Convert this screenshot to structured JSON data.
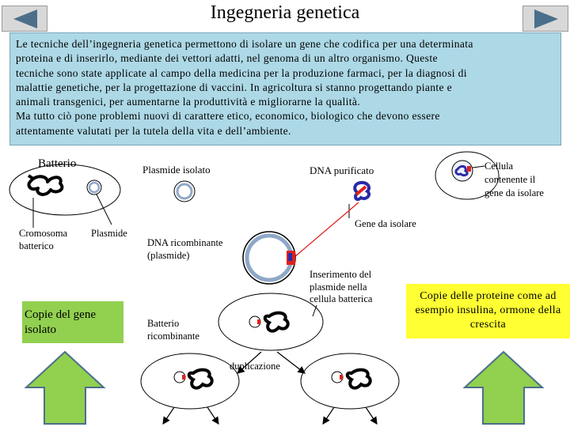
{
  "title": "Ingegneria genetica",
  "intro": {
    "lines": [
      "Le tecniche dell’ingegneria genetica permettono di isolare un gene che codifica per una determinata",
      "proteina e di inserirlo, mediante dei vettori adatti,  nel genoma di un altro organismo. Queste",
      "tecniche sono state applicate al campo della medicina per la produzione farmaci, per la diagnosi di",
      "malattie genetiche, per la progettazione di vaccini. In agricoltura si stanno progettando piante e",
      "animali transgenici, per aumentarne la produttività e migliorarne la qualità.",
      "Ma tutto ciò pone problemi nuovi di carattere etico, economico,  biologico che devono essere",
      "attentamente valutati per la tutela della vita e dell’ambiente."
    ]
  },
  "nav": {
    "prev_icon": "triangle-left-icon",
    "next_icon": "triangle-right-icon"
  },
  "labels": {
    "batterio": "Batterio",
    "plasmide_isolato": "Plasmide isolato",
    "dna_purificato": "DNA purificato",
    "cellula_contenente": "Cellula contenente il gene da isolare",
    "cromosoma": "Cromosoma batterico",
    "plasmide": "Plasmide",
    "gene_da_isolare": "Gene da isolare",
    "dna_ricombinante": "DNA ricombinante (plasmide)",
    "inserimento": "Inserimento del plasmide nella cellula batterica",
    "copie_gene": "Copie del gene isolato",
    "batterio_ricombinante": "Batterio ricombinante",
    "copie_proteine": "Copie delle proteine  come ad esempio insulina, ormone della crescita",
    "duplicazione": "duplicazione"
  },
  "colors": {
    "intro_bg": "#add8e6",
    "green_box": "#92d050",
    "yellow_box": "#ffff33",
    "gene": "#e0201b",
    "dna": "#2a2aa8",
    "plasmid": "#8fa8c8"
  }
}
